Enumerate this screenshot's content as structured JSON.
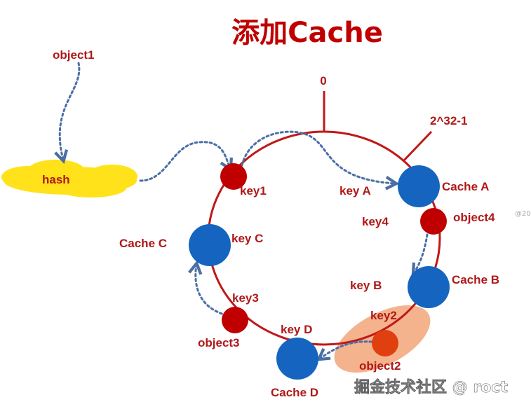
{
  "title": "添加Cache",
  "labels": {
    "zero": "0",
    "max": "2^32-1",
    "object1": "object1",
    "hash": "hash",
    "key1": "key1",
    "keyA": "key A",
    "cacheA": "Cache A",
    "key4": "key4",
    "object4": "object4",
    "cacheC": "Cache C",
    "keyC": "key C",
    "cacheB": "Cache B",
    "keyB": "key B",
    "key3": "key3",
    "object3": "object3",
    "keyD": "key D",
    "key2": "key2",
    "object2": "object2",
    "cacheD": "Cache D"
  },
  "watermark": "掘金技术社区 @ roct",
  "side_mark": "@20",
  "colors": {
    "ring": "#c01818",
    "cache": "#1565c0",
    "key": "#c00000",
    "text": "#b01818",
    "arrow": "#4a6fa5",
    "hash": "#ffe21a",
    "highlight": "#f2a678",
    "object2": "#e04010"
  }
}
